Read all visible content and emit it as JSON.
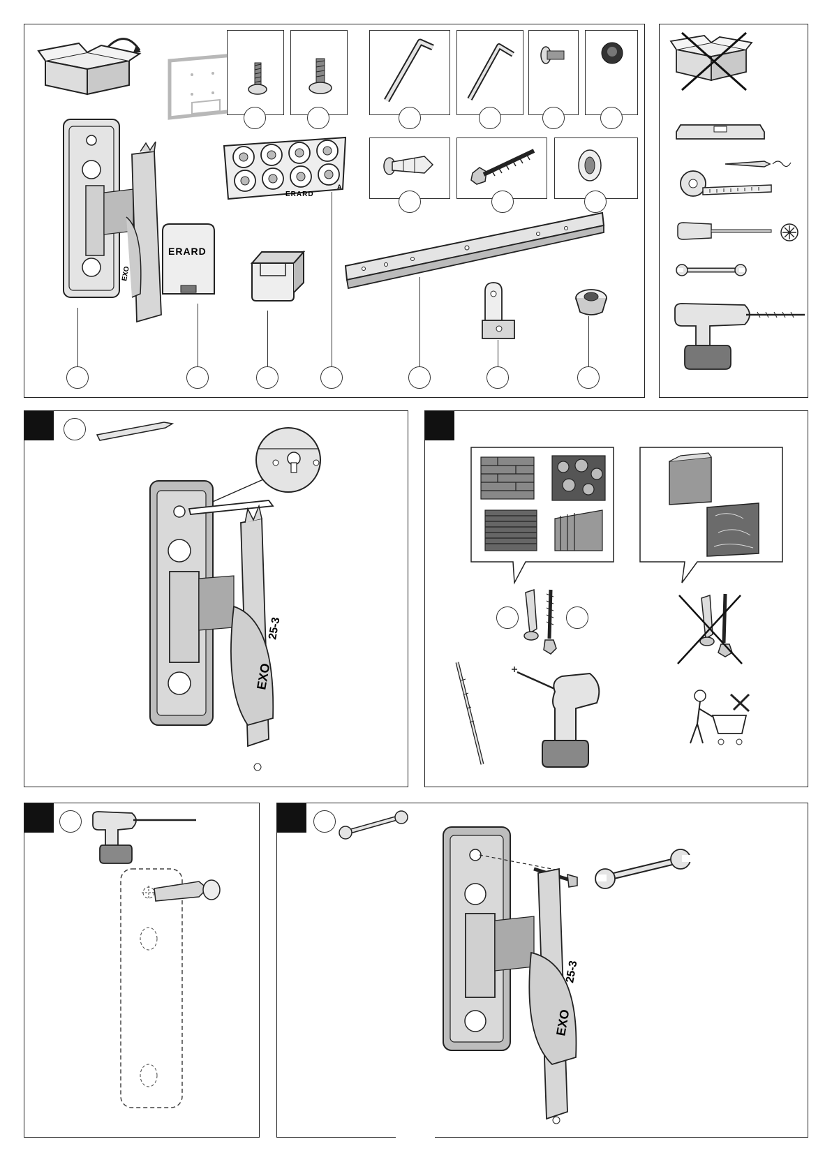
{
  "brand": "ERARD",
  "tray_mark": "A",
  "plate_mark": "EXO",
  "plate_model": "25-3",
  "colors": {
    "ink": "#1a1a1a",
    "metal": "#d7d7d7",
    "metal_dark": "#a9a9a9",
    "ghost": "#b8b8b8",
    "tab": "#111111"
  },
  "icons": [
    "box-open-icon",
    "box-crossed-icon",
    "spirit-level-icon",
    "pencil-icon",
    "tape-measure-icon",
    "screwdriver-icon",
    "phillips-tip-icon",
    "spanner-icon",
    "drill-icon",
    "drill-bit-icon",
    "shopping-cart-icon",
    "wall-anchor-icon",
    "lag-screw-icon",
    "hex-key-icon"
  ]
}
